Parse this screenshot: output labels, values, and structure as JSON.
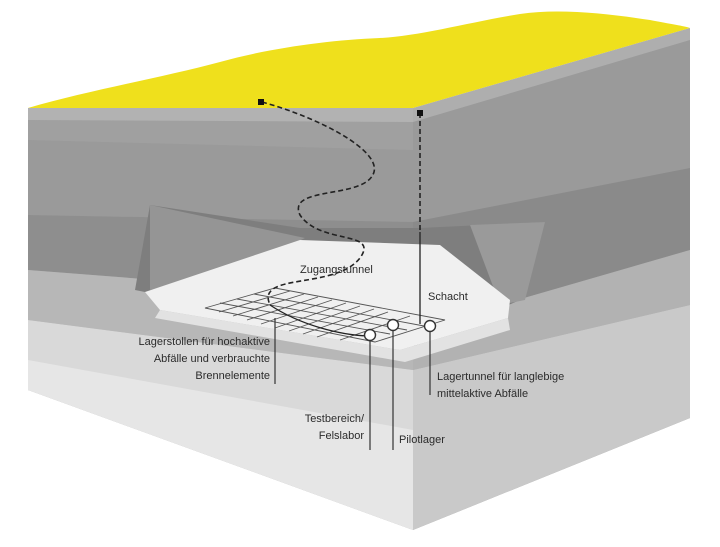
{
  "colors": {
    "surface": "#efe01c",
    "layer_dark": "#8c8c8c",
    "layer_mid": "#a9a9a9",
    "layer_light": "#c6c6c6",
    "floor": "#efefef",
    "line": "#222222"
  },
  "labels": {
    "zugangstunnel": "Zugangstunnel",
    "schacht": "Schacht",
    "lagerstollen": [
      "Lagerstollen für hochaktive",
      "Abfälle und verbrauchte",
      "Brennelemente"
    ],
    "lagertunnel": [
      "Lagertunnel für langlebige",
      "mittelaktive Abfälle"
    ],
    "testbereich": [
      "Testbereich/",
      "Felslabor"
    ],
    "pilotlager": "Pilotlager"
  }
}
